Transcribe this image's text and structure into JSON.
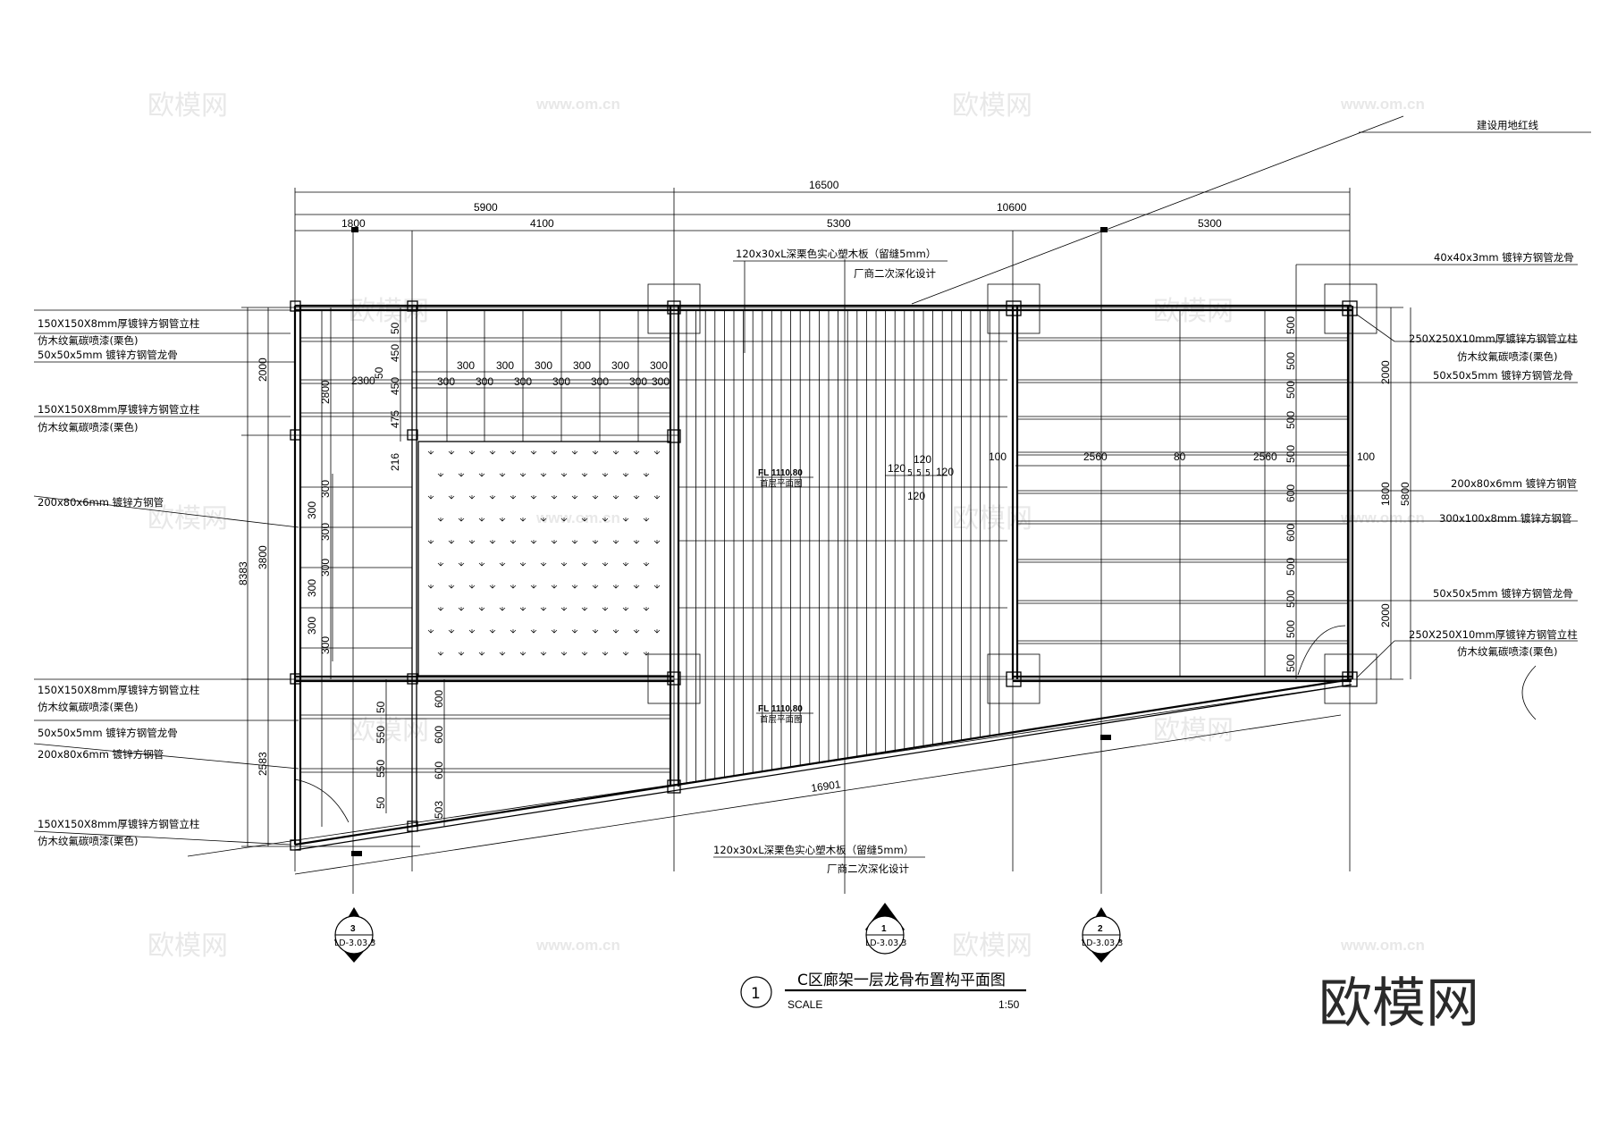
{
  "watermark": {
    "text": "欧模网",
    "url": "www.om.cn"
  },
  "brand_logo": "欧模网",
  "title": {
    "number": "1",
    "text": "C区廊架一层龙骨布置构平面图",
    "scale_label": "SCALE",
    "scale_value": "1:50"
  },
  "top_right_note": "建设用地红线",
  "dims_top": {
    "overall": "16500",
    "row2": [
      "5900",
      "10600"
    ],
    "row3": [
      "1800",
      "4100",
      "5300",
      "5300"
    ]
  },
  "notes_left": [
    "150X150X8mm厚镀锌方钢管立柱",
    "仿木纹氟碳喷漆(栗色)",
    "50x50x5mm 镀锌方钢管龙骨",
    "150X150X8mm厚镀锌方钢管立柱",
    "仿木纹氟碳喷漆(栗色)",
    "200x80x6mm 镀锌方钢管",
    "150X150X8mm厚镀锌方钢管立柱",
    "仿木纹氟碳喷漆(栗色)",
    "50x50x5mm 镀锌方钢管龙骨",
    "200x80x6mm 镀锌方钢管",
    "150X150X8mm厚镀锌方钢管立柱",
    "仿木纹氟碳喷漆(栗色)"
  ],
  "notes_right": [
    "40x40x3mm 镀锌方钢管龙骨",
    "250X250X10mm厚镀锌方钢管立柱",
    "仿木纹氟碳喷漆(栗色)",
    "50x50x5mm 镀锌方钢管龙骨",
    "200x80x6mm 镀锌方钢管",
    "300x100x8mm 镀锌方钢管",
    "50x50x5mm 镀锌方钢管龙骨",
    "250X250X10mm厚镀锌方钢管立柱",
    "仿木纹氟碳喷漆(栗色)"
  ],
  "notes_center": {
    "top_line1": "120x30xL深栗色实心塑木板（留缝5mm）",
    "top_line2": "厂商二次深化设计",
    "bottom_line1": "120x30xL深栗色实心塑木板（留缝5mm）",
    "bottom_line2": "厂商二次深化设计"
  },
  "level_tags": [
    {
      "value": "FL 1110.80",
      "sub": "首层平面图"
    },
    {
      "value": "FL 1110.80",
      "sub": "首层平面图"
    }
  ],
  "dims_left": {
    "outer": "8383",
    "a": "2000",
    "b": "3800",
    "c": "2583",
    "inner_a": "2800",
    "inner_2300": "2300",
    "col_small": [
      "50",
      "450",
      "50",
      "450",
      "475",
      "216"
    ],
    "stack300": [
      "300",
      "300",
      "300",
      "300",
      "300",
      "300",
      "300"
    ],
    "lower": [
      "50",
      "550",
      "550",
      "50",
      "600",
      "600",
      "600",
      "503"
    ]
  },
  "dims_mid_top": [
    "300",
    "300",
    "300",
    "300",
    "300",
    "300",
    "300",
    "300",
    "300",
    "300",
    "300",
    "300"
  ],
  "dims_center_detail": [
    "120",
    "120",
    "5",
    "5",
    "5",
    "120",
    "120"
  ],
  "dims_right_area": {
    "h": [
      "100",
      "2560",
      "80",
      "2560",
      "100"
    ],
    "v": [
      "500",
      "500",
      "500",
      "500",
      "500",
      "600",
      "600",
      "500",
      "500",
      "500",
      "500"
    ],
    "side": [
      "2000",
      "1800",
      "5800",
      "2000"
    ]
  },
  "diag_dim": "16901",
  "section_markers": [
    {
      "number": "3",
      "ref": "LD-3.03.3"
    },
    {
      "number": "1",
      "ref": "LD-3.03.3"
    },
    {
      "number": "2",
      "ref": "LD-3.03.3"
    }
  ]
}
